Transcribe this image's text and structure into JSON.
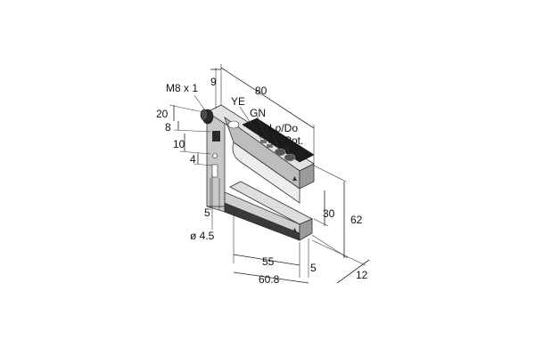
{
  "labels": {
    "thread": "M8 x 1",
    "led_yellow": "YE",
    "led_green": "GN",
    "mode": "Lo/Do",
    "pot": "Pot.",
    "d_9": "9",
    "d_80": "80",
    "d_20": "20",
    "d_8": "8",
    "d_10": "10",
    "d_4": "4",
    "d_5_left": "5",
    "d_hole": "ø 4.5",
    "d_30": "30",
    "d_62": "62",
    "d_55": "55",
    "d_5_right": "5",
    "d_60_8": "60.8",
    "d_12": "12"
  },
  "colors": {
    "body_light": "#d9d9d9",
    "body_mid": "#a8a8a8",
    "body_dark": "#3a3a3a",
    "black": "#1b1b1b"
  }
}
